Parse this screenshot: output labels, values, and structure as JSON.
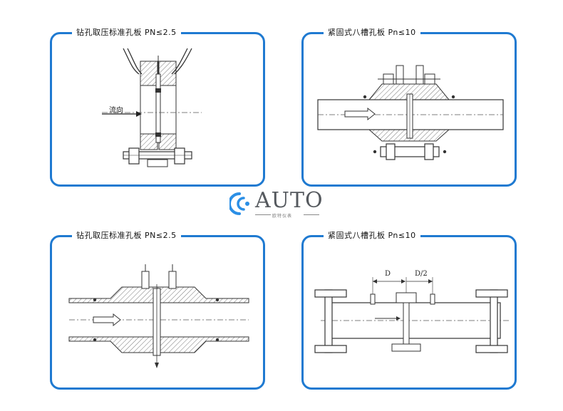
{
  "panels": [
    {
      "title": "钻孔取压标准孔板 PN≤2.5",
      "labels": [
        "流向"
      ]
    },
    {
      "title": "紧固式八槽孔板 Pn≤10"
    },
    {
      "title": "钻孔取压标准孔板 PN≤2.5"
    },
    {
      "title": "紧固式八槽孔板 Pn≤10",
      "labels": [
        "D",
        "D/2"
      ]
    }
  ],
  "logo": {
    "text": "AUTO",
    "subtitle": "欧特仪表"
  },
  "colors": {
    "frame": "#1f7ad1",
    "logo_blue": "#2b8fe6",
    "drawing": "#333333"
  }
}
